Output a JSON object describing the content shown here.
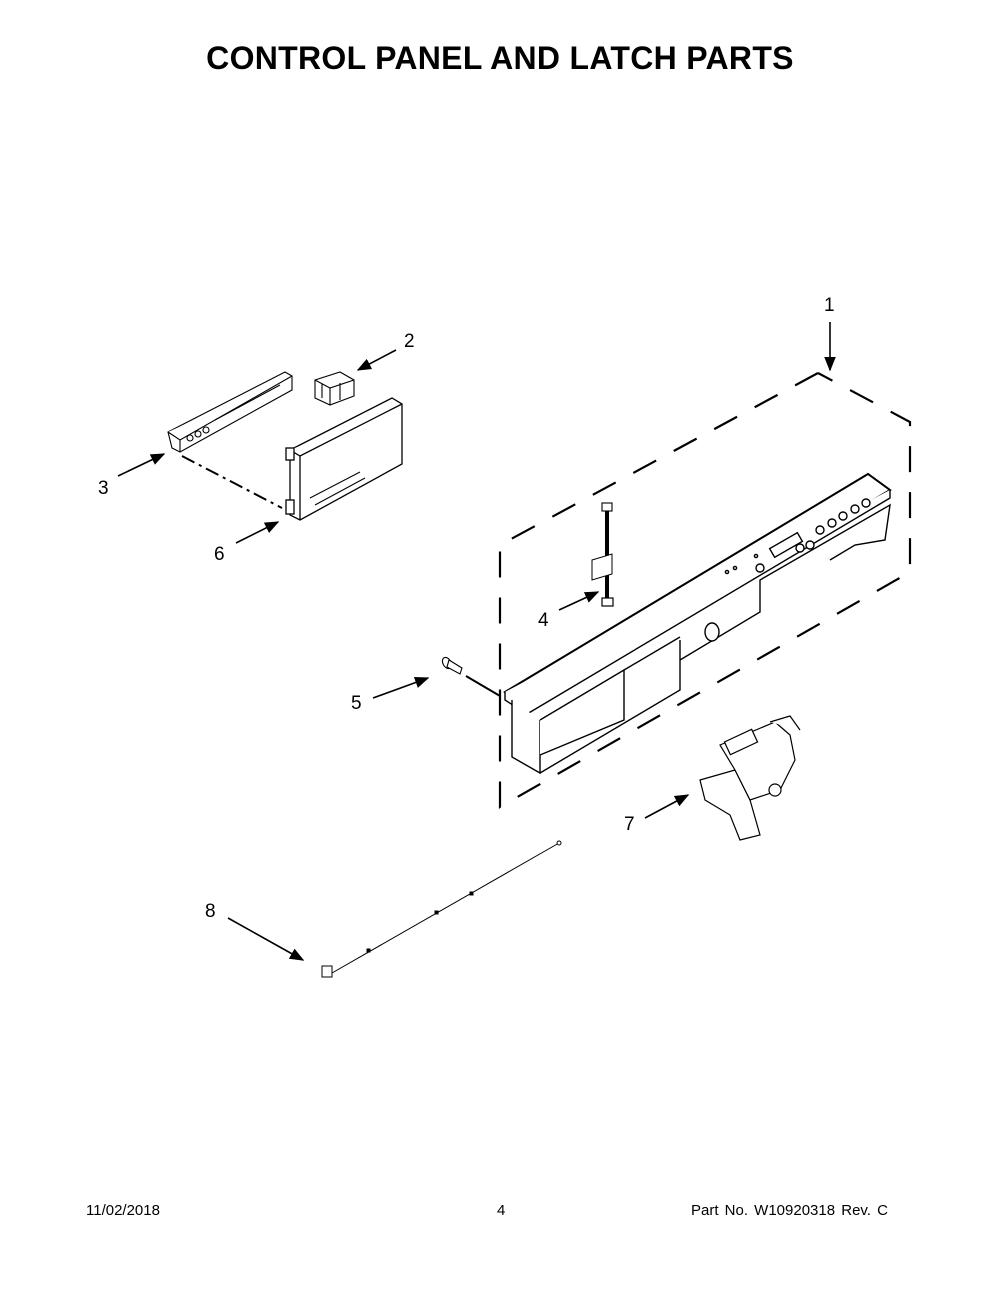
{
  "page": {
    "title": "CONTROL PANEL AND LATCH PARTS"
  },
  "callouts": [
    {
      "number": "1",
      "part": "control-panel-assembly"
    },
    {
      "number": "2",
      "part": "board-shield-clip"
    },
    {
      "number": "3",
      "part": "user-interface-bracket"
    },
    {
      "number": "4",
      "part": "wire-harness"
    },
    {
      "number": "5",
      "part": "screw"
    },
    {
      "number": "6",
      "part": "electronic-control-board"
    },
    {
      "number": "7",
      "part": "door-latch"
    },
    {
      "number": "8",
      "part": "sensor-wire"
    }
  ],
  "footer": {
    "date": "11/02/2018",
    "page_number": "4",
    "part_info": "Part No.  W10920318  Rev.  C"
  },
  "colors": {
    "line": "#000000",
    "background": "#ffffff",
    "fill_light": "#f4f4f4"
  }
}
